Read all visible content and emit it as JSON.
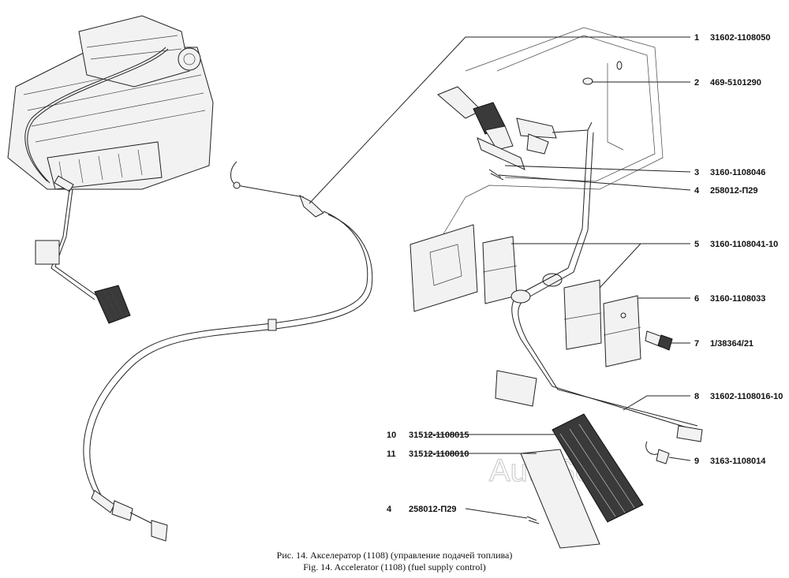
{
  "callouts": [
    {
      "num": "1",
      "part": "31602-1108050"
    },
    {
      "num": "2",
      "part": "469-5101290"
    },
    {
      "num": "3",
      "part": "3160-1108046"
    },
    {
      "num": "4",
      "part": "258012-П29"
    },
    {
      "num": "5",
      "part": "3160-1108041-10"
    },
    {
      "num": "6",
      "part": "3160-1108033"
    },
    {
      "num": "7",
      "part": "1/38364/21"
    },
    {
      "num": "8",
      "part": "31602-1108016-10"
    },
    {
      "num": "9",
      "part": "3163-1108014"
    },
    {
      "num": "10",
      "part": "31512-1108015"
    },
    {
      "num": "11",
      "part": "31512-1108010"
    },
    {
      "num": "4",
      "part": "258012-П29"
    }
  ],
  "caption": {
    "ru": "Рис. 14. Акселератор (1108) (управление подачей топлива)",
    "en": "Fig. 14. Accelerator (1108) (fuel supply control)"
  },
  "watermark": "AutoSoft"
}
